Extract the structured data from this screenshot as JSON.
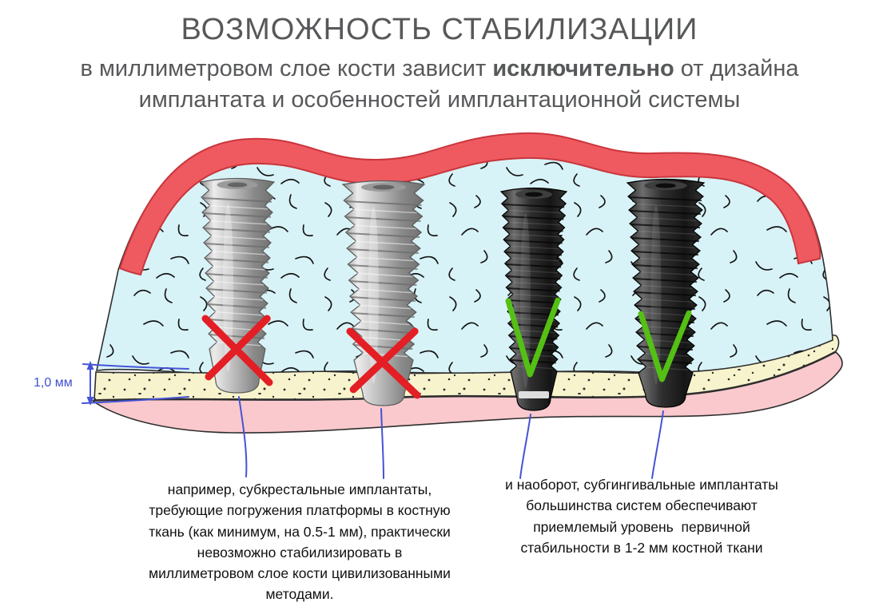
{
  "header": {
    "title": "ВОЗМОЖНОСТЬ СТАБИЛИЗАЦИИ",
    "subtitle": {
      "line1_pre": "в миллиметровом слое кости зависит ",
      "line1_bold": "исключительно",
      "line1_post": " от дизайна",
      "line2": "имплантата и особенностей имплантационной системы"
    }
  },
  "diagram": {
    "measurement_label": "1,0 мм",
    "implants": [
      {
        "mark": "cross"
      },
      {
        "mark": "cross"
      },
      {
        "mark": "check"
      },
      {
        "mark": "check"
      }
    ],
    "colors": {
      "mucosa_red": "#ef5a60",
      "spongy_bone_blue": "#d8f3f7",
      "cortical_bone_yellow": "#f7f3cd",
      "soft_tissue_pink": "#f9c9cd",
      "cross_red": "#e31e24",
      "check_green": "#54c014",
      "annotation_blue": "#4553d6"
    }
  },
  "annotations": {
    "left": "например, субкрестальные имплантаты,\nтребующие погружения платформы в костную\nткань (как минимум, на 0.5-1 мм), практически\nневозможно стабилизировать в\nмиллиметровом слое кости цивилизованными\nметодами.",
    "right": "и наоборот, субгингивальные имплантаты\nбольшинства систем обеспечивают\nприемлемый уровень  первичной\nстабильности в 1-2 мм костной ткани"
  }
}
